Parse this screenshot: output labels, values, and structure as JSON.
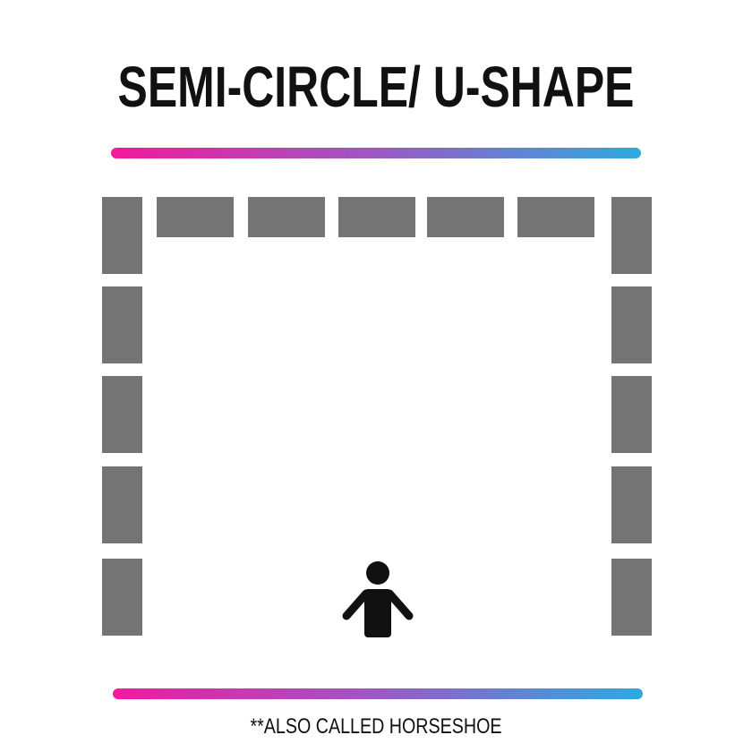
{
  "title": "SEMI-CIRCLE/ U-SHAPE",
  "footnote": "**ALSO CALLED HORSESHOE",
  "colors": {
    "gradient_start": "#f21a9c",
    "gradient_mid": "#9b59c4",
    "gradient_end": "#2fa9df",
    "desk": "#747474",
    "teacher": "#111111",
    "text": "#111111"
  },
  "layout": {
    "top_row_desks": 5,
    "left_column_desks": 5,
    "right_column_desks": 5,
    "teacher_icon": "person-icon"
  }
}
